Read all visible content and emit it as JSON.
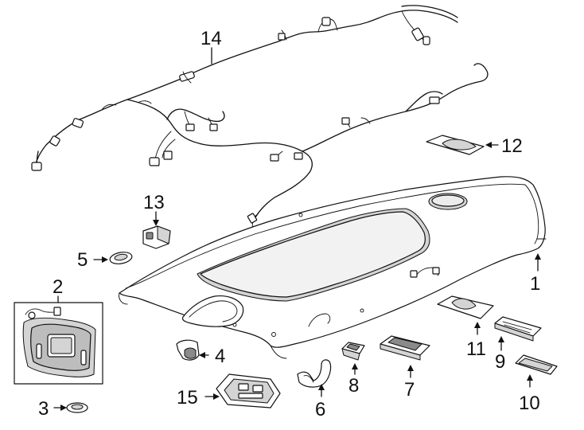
{
  "callouts": {
    "c1": "1",
    "c2": "2",
    "c3": "3",
    "c4": "4",
    "c5": "5",
    "c6": "6",
    "c7": "7",
    "c8": "8",
    "c9": "9",
    "c10": "10",
    "c11": "11",
    "c12": "12",
    "c13": "13",
    "c14": "14",
    "c15": "15"
  },
  "colors": {
    "line": "#111111",
    "background": "#ffffff",
    "part_shade": "#d4d4d4"
  }
}
